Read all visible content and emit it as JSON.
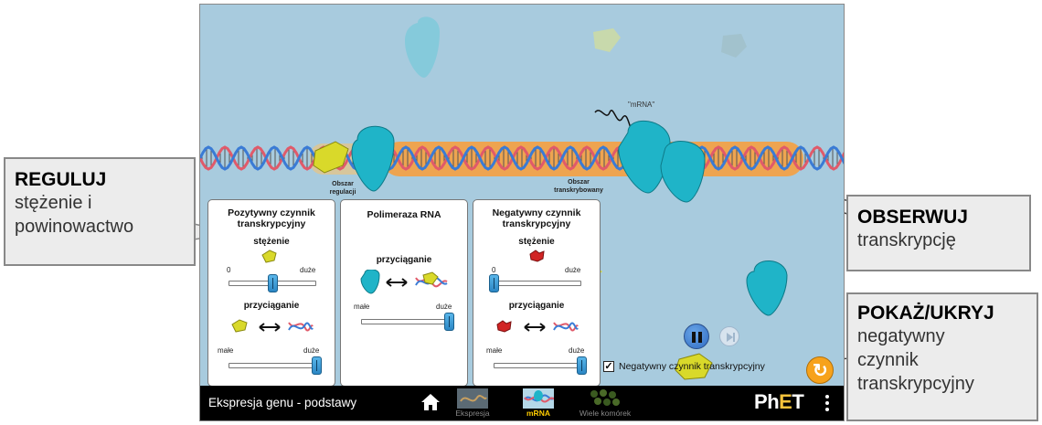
{
  "simulation": {
    "mrna_label": "\"mRNA\"",
    "region_labels": {
      "regulation": [
        "Obszar",
        "regulacji"
      ],
      "transcribed": [
        "Obszar",
        "transkrybowany"
      ]
    },
    "colors": {
      "background": "#a8cbde",
      "dna_strand_red": "#e05a6a",
      "dna_strand_blue": "#3a7bd5",
      "transcribed_region": "#f5a040",
      "polymerase": "#1fb4c8",
      "positive_factor": "#d9d92a",
      "negative_factor": "#d12424"
    }
  },
  "panels": {
    "positive": {
      "title": [
        "Pozytywny czynnik",
        "transkrypcyjny"
      ],
      "concentration_label": "stężenie",
      "conc_min": "0",
      "conc_max": "duże",
      "concentration_level": 0.5,
      "affinity_label": "przyciąganie",
      "aff_min": "małe",
      "aff_max": "duże",
      "affinity_level": 1.0
    },
    "polymerase": {
      "title": [
        "Polimeraza RNA"
      ],
      "affinity_label": "przyciąganie",
      "aff_min": "małe",
      "aff_max": "duże",
      "affinity_level": 1.0
    },
    "negative": {
      "title": [
        "Negatywny czynnik",
        "transkrypcyjny"
      ],
      "concentration_label": "stężenie",
      "conc_min": "0",
      "conc_max": "duże",
      "concentration_level": 0.0,
      "affinity_label": "przyciąganie",
      "aff_min": "małe",
      "aff_max": "duże",
      "affinity_level": 1.0
    }
  },
  "controls": {
    "negative_factor_checkbox": {
      "label": "Negatywny czynnik transkrypcyjny",
      "checked": true
    },
    "pause_button": "pause-icon",
    "step_button": "step-forward-icon",
    "reset_button": "reset-icon"
  },
  "navbar": {
    "title": "Ekspresja genu - podstawy",
    "home_icon": "home-icon",
    "screens": [
      {
        "label": "Ekspresja",
        "active": false
      },
      {
        "label": "mRNA",
        "active": true
      },
      {
        "label": "Wiele komórek",
        "active": false
      }
    ],
    "logo": "PhET"
  },
  "callouts": {
    "regulate": {
      "title": "REGULUJ",
      "body": [
        "stężenie i",
        "powinowactwo"
      ]
    },
    "observe": {
      "title": "OBSERWUJ",
      "body": [
        "transkrypcję"
      ]
    },
    "toggle": {
      "title": "POKAŻ/UKRYJ",
      "body": [
        "negatywny",
        "czynnik",
        "transkrypcyjny"
      ]
    }
  }
}
